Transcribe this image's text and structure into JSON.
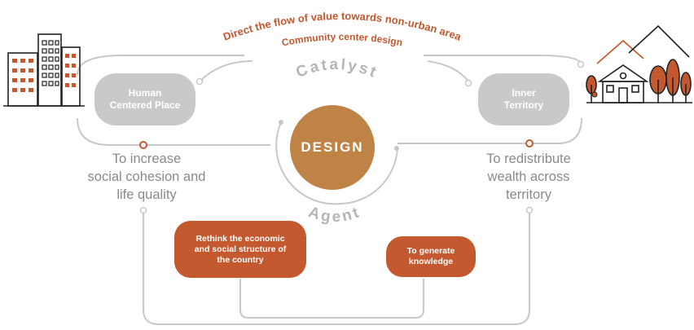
{
  "headline_top": "Direct the flow of value towards non-urban area",
  "headline_sub": "Community center design",
  "arc_top_word": "Catalyst",
  "arc_bottom_word": "Agent",
  "core_label": "DESIGN",
  "left_node": {
    "label": "Human\nCentered Place",
    "description": "To increase\nsocial cohesion and\nlife quality"
  },
  "right_node": {
    "label": "Inner\nTerritory",
    "description": "To redistribute\nwealth across\nterritory"
  },
  "bottom_left_box": "Rethink the economic\nand social structure of\nthe country",
  "bottom_right_box": "To generate\nknowledge",
  "icons": {
    "left": "city-buildings-icon",
    "right": "village-house-mountains-icon"
  },
  "colors": {
    "accent": "#c4582e",
    "core": "#bf8346",
    "node": "#c9c9c9",
    "line": "#c8c8c8",
    "text": "#8a8a8a"
  }
}
